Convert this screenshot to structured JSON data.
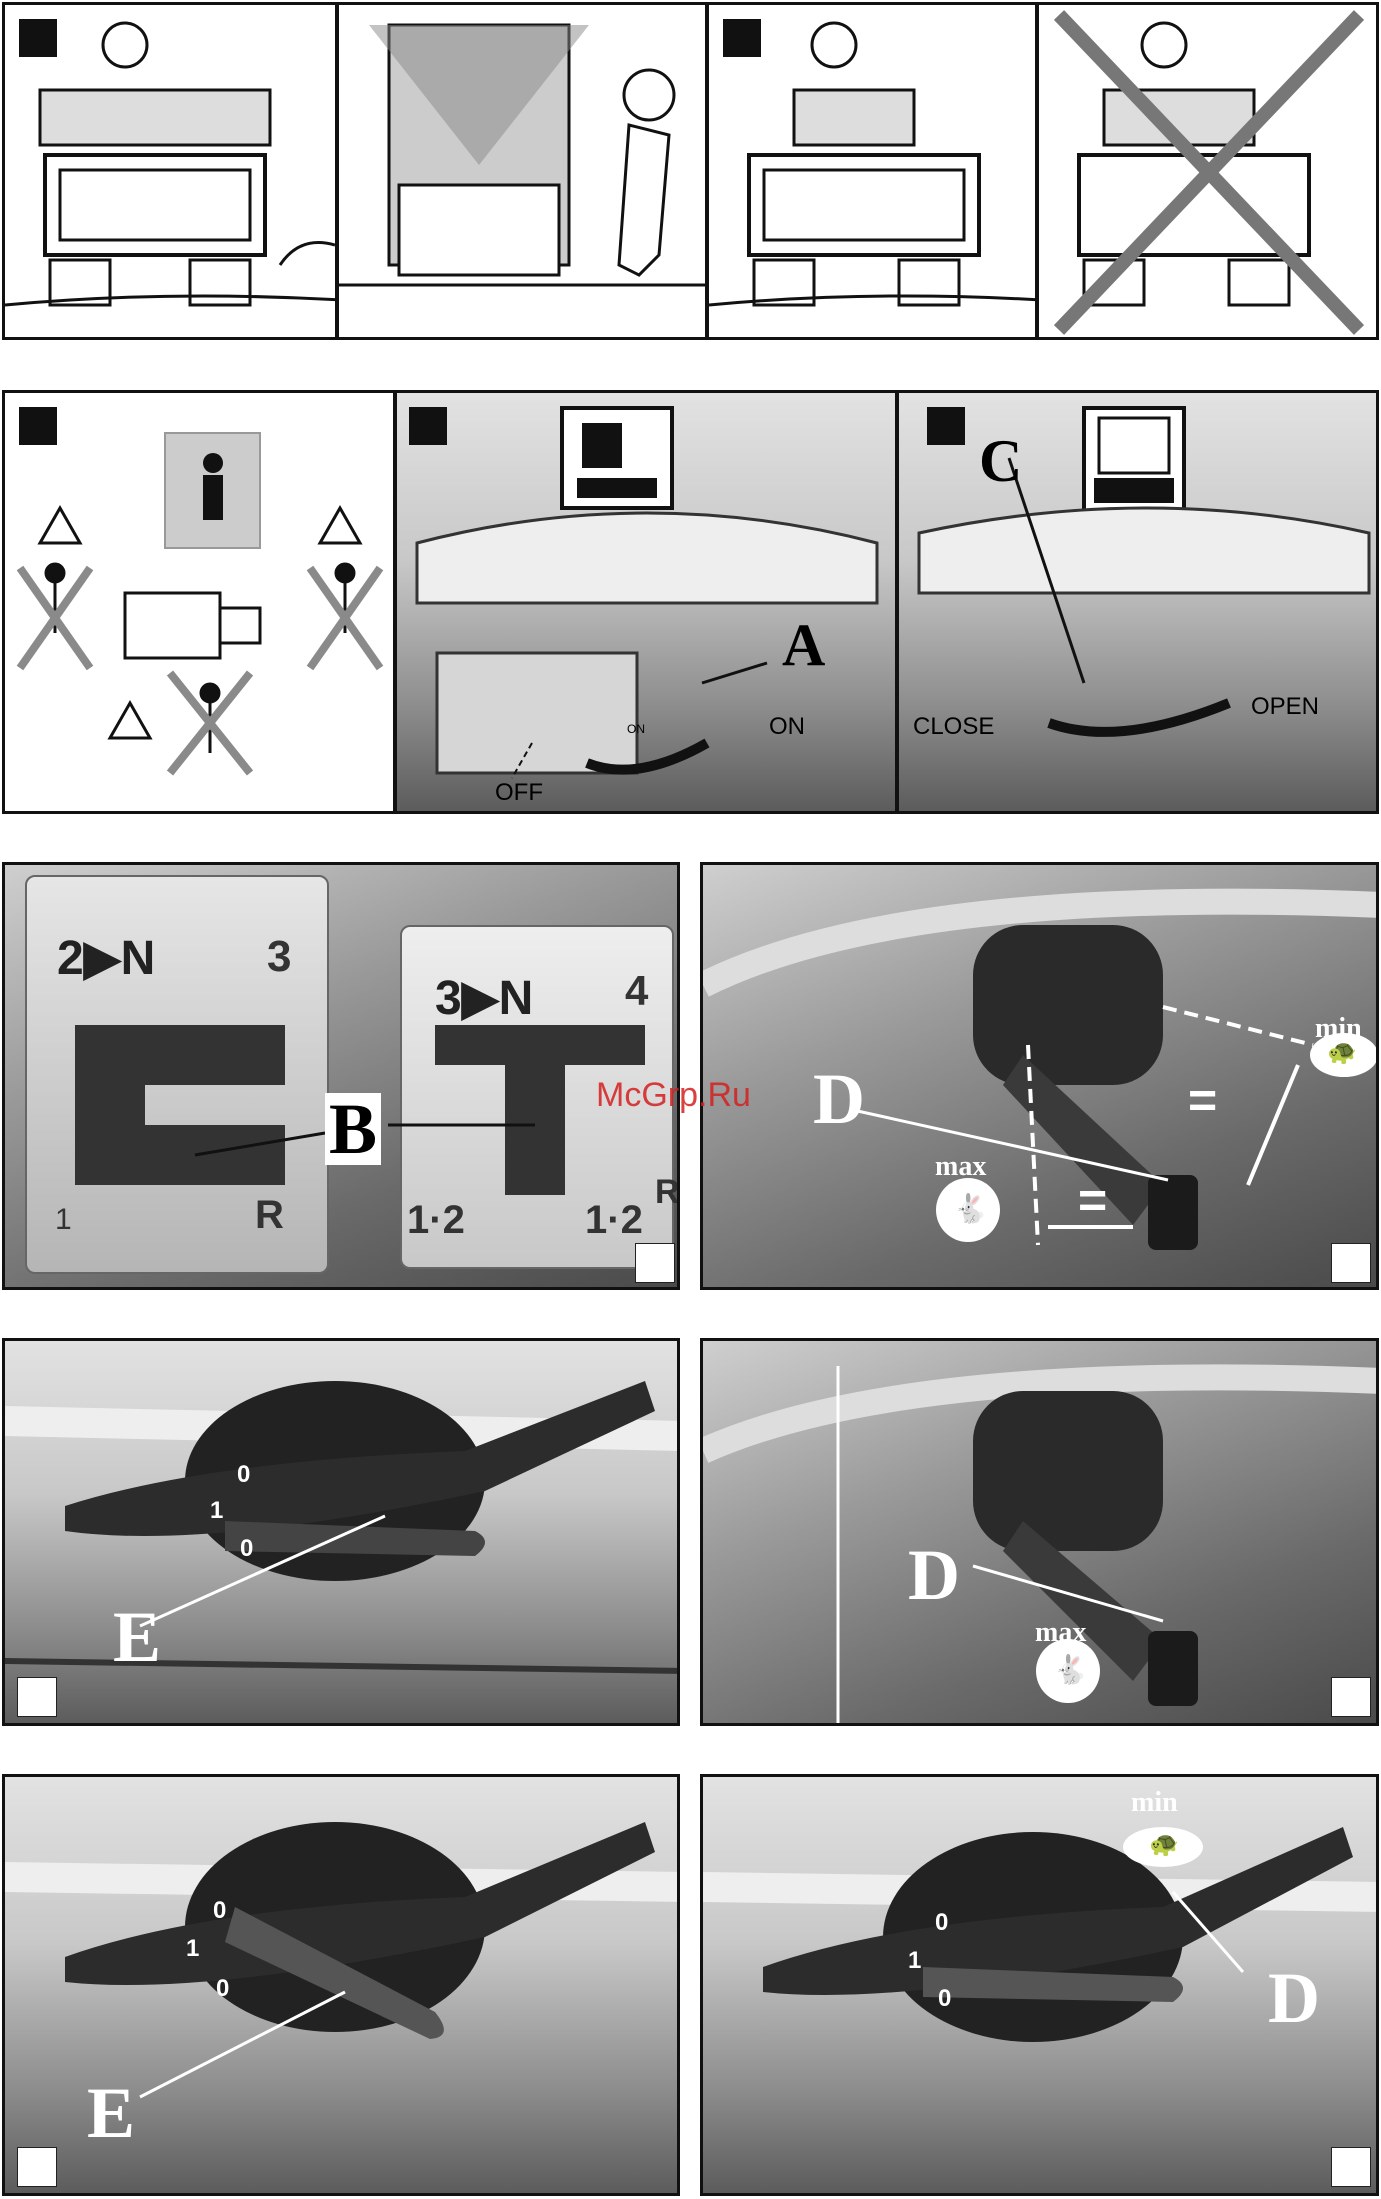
{
  "watermark": "McGrp.Ru",
  "fuel_panel": {
    "letter": "A",
    "on": "ON",
    "off": "OFF",
    "knob_mark": "ON"
  },
  "choke_panel": {
    "letter": "C",
    "close": "CLOSE",
    "open": "OPEN"
  },
  "gear_panel": {
    "letter": "B",
    "left_plate": "2▶N",
    "left_three": "3",
    "left_r": "R",
    "left_one": "1",
    "right_plate": "3▶N",
    "right_four": "4",
    "right_r": "R",
    "right_12a": "1·2",
    "right_12b": "1·2"
  },
  "throttle_panel": {
    "letter": "D",
    "max": "max",
    "min": "min",
    "equal": "="
  },
  "lever_panel_1": {
    "letter": "E",
    "pos_top": "0",
    "pos_mid": "1",
    "pos_bot": "0"
  },
  "throttle_panel_2": {
    "letter": "D",
    "max": "max"
  },
  "lever_panel_2": {
    "letter": "E",
    "pos_top": "0",
    "pos_mid": "1",
    "pos_bot": "0"
  },
  "lever_panel_3": {
    "letter": "D",
    "min": "min",
    "pos_top": "0",
    "pos_mid": "1",
    "pos_bot": "0"
  }
}
